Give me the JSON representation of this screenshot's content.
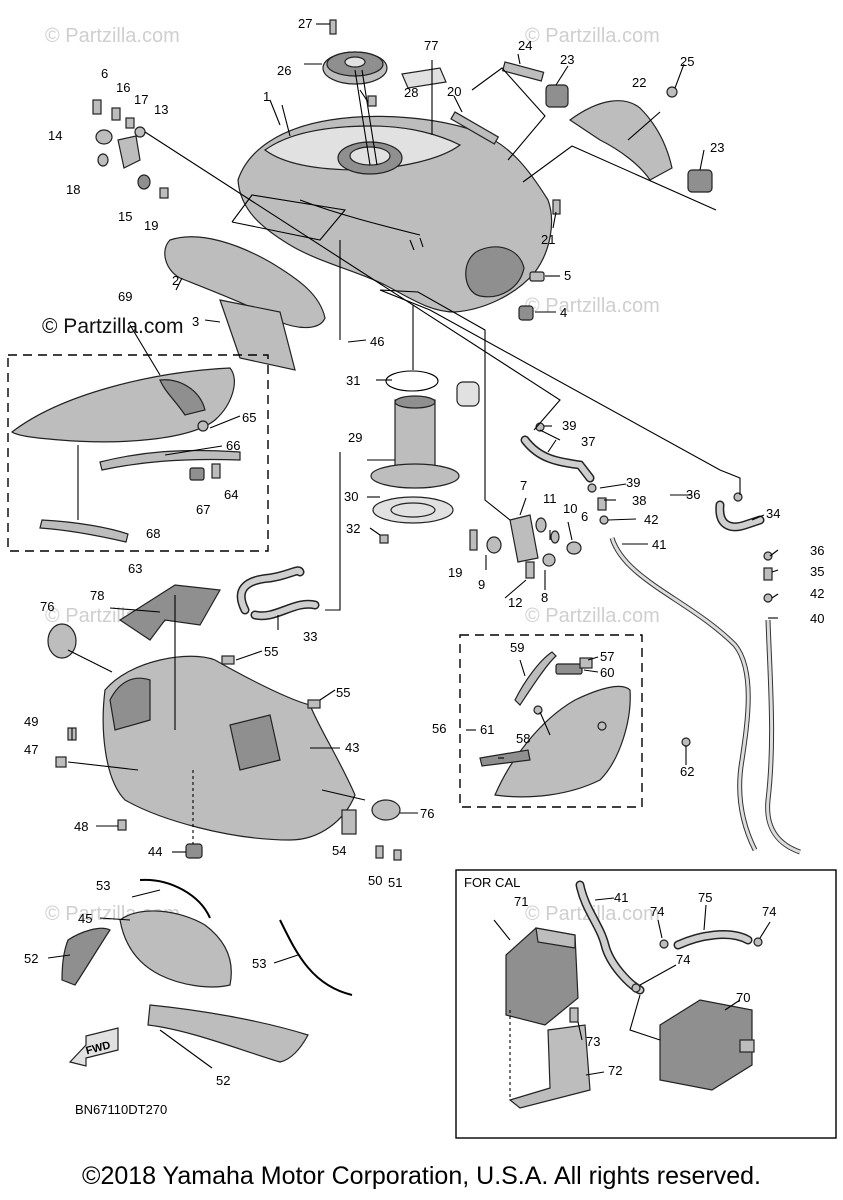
{
  "watermarks": {
    "site": "© Partzilla.com",
    "primary": "© Partzilla.com"
  },
  "diagram_code": "BN67110DT270",
  "fwd_label": "FWD",
  "for_cal_label": "FOR CAL",
  "copyright": "©2018 Yamaha Motor Corporation, U.S.A. All rights reserved.",
  "callouts": [
    "1",
    "2",
    "3",
    "4",
    "5",
    "6",
    "7",
    "8",
    "9",
    "10",
    "11",
    "12",
    "13",
    "14",
    "15",
    "16",
    "17",
    "18",
    "19",
    "20",
    "21",
    "22",
    "23",
    "24",
    "25",
    "26",
    "27",
    "28",
    "29",
    "30",
    "31",
    "32",
    "33",
    "34",
    "35",
    "36",
    "37",
    "38",
    "39",
    "40",
    "41",
    "42",
    "43",
    "44",
    "45",
    "46",
    "47",
    "48",
    "49",
    "50",
    "51",
    "52",
    "53",
    "54",
    "55",
    "56",
    "57",
    "58",
    "59",
    "60",
    "61",
    "62",
    "63",
    "65",
    "66",
    "67",
    "68",
    "69",
    "70",
    "71",
    "72",
    "73",
    "74",
    "75",
    "76",
    "77",
    "78"
  ],
  "parts": {
    "p1": "1",
    "p2": "2",
    "p3": "3",
    "p4": "4",
    "p5": "5",
    "p6a": "6",
    "p6b": "6",
    "p7": "7",
    "p8": "8",
    "p9": "9",
    "p10": "10",
    "p11": "11",
    "p12": "12",
    "p13": "13",
    "p14": "14",
    "p15": "15",
    "p16": "16",
    "p17": "17",
    "p18": "18",
    "p19a": "19",
    "p19b": "19",
    "p20": "20",
    "p21": "21",
    "p22": "22",
    "p23a": "23",
    "p23b": "23",
    "p24": "24",
    "p25": "25",
    "p26": "26",
    "p27": "27",
    "p28": "28",
    "p29": "29",
    "p30": "30",
    "p31": "31",
    "p32": "32",
    "p33": "33",
    "p34": "34",
    "p35": "35",
    "p36a": "36",
    "p36b": "36",
    "p37": "37",
    "p38": "38",
    "p39a": "39",
    "p39b": "39",
    "p40": "40",
    "p41a": "41",
    "p41b": "41",
    "p42a": "42",
    "p42b": "42",
    "p43": "43",
    "p44": "44",
    "p45": "45",
    "p46": "46",
    "p47": "47",
    "p48": "48",
    "p49": "49",
    "p50": "50",
    "p51": "51",
    "p52a": "52",
    "p52b": "52",
    "p53a": "53",
    "p53b": "53",
    "p54": "54",
    "p55a": "55",
    "p55b": "55",
    "p56": "56",
    "p57": "57",
    "p58": "58",
    "p59": "59",
    "p60": "60",
    "p61": "61",
    "p62": "62",
    "p63": "63",
    "p64": "64",
    "p65": "65",
    "p66": "66",
    "p67": "67",
    "p68": "68",
    "p69": "69",
    "p70": "70",
    "p71": "71",
    "p72": "72",
    "p73": "73",
    "p74a": "74",
    "p74b": "74",
    "p74c": "74",
    "p75": "75",
    "p76a": "76",
    "p76b": "76",
    "p77": "77",
    "p78": "78"
  }
}
